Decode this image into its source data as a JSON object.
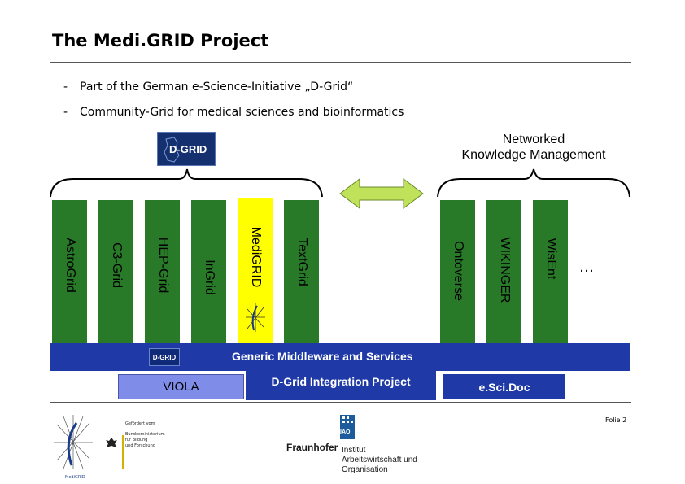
{
  "title": "The Medi.GRID Project",
  "bullets": [
    {
      "dash": "-",
      "text": "Part of the German e-Science-Initiative „D-Grid“"
    },
    {
      "dash": "-",
      "text": "Community-Grid for medical sciences and bioinformatics"
    }
  ],
  "dgrid_logo_text": "D-GRID",
  "knowledge_management": {
    "line1": "Networked",
    "line2": "Knowledge Management"
  },
  "columns": {
    "astrogrid": "AstroGrid",
    "c3grid": "C3-Grid",
    "hepgrid": "HEP-Grid",
    "ingrid": "InGrid",
    "medigrid": "MediGRID",
    "textgrid": "TextGrid",
    "ontoverse": "Ontoverse",
    "wikinger": "WIKINGER",
    "wisent": "WisEnt"
  },
  "ellipsis": "…",
  "middleware": {
    "label": "Generic Middleware and Services",
    "mini_logo": "D-GRID"
  },
  "projects": {
    "viola": "VIOLA",
    "dgrid_integration": "D-Grid Integration Project",
    "escidoc": "e.Sci.Doc"
  },
  "folie": "Folie 2",
  "footer": {
    "bmbf_lines": [
      "Gefördert vom",
      "Bundesministerium",
      "für Bildung",
      "und Forschung"
    ],
    "fraunhofer": "Fraunhofer",
    "iao": "IAO",
    "institut_lines": [
      "Institut",
      "Arbeitswirtschaft und",
      "Organisation"
    ],
    "medigrid_caption": "MediGRID"
  },
  "colors": {
    "column_green": "#287a28",
    "medigrid_yellow": "#ffff00",
    "middleware_blue": "#1f3aa6",
    "viola_blue": "#7f8de8",
    "arrow_green": "#bfe25a"
  }
}
